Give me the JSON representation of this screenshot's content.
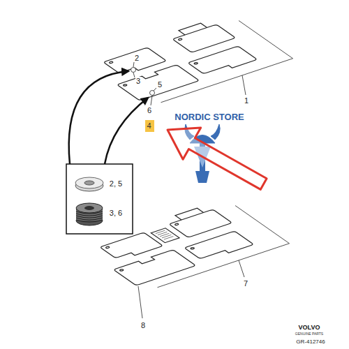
{
  "diagram": {
    "nodes": [
      {
        "text": [
          "4"
        ]
      }
    ],
    "labels": [
      "2",
      "3",
      "5",
      "6",
      "1",
      "2, 5",
      "3, 6",
      "NORDIC STORE",
      "7",
      "8",
      "VOLVO",
      "GENUINE PARTS",
      "GR-412746"
    ]
  }
}
